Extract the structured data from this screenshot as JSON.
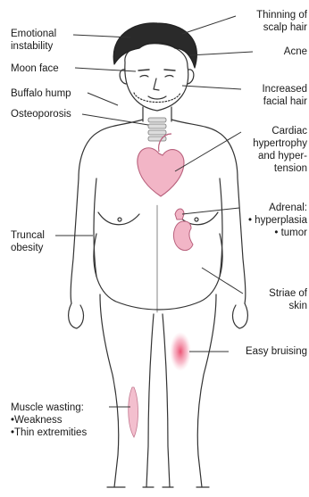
{
  "labels": {
    "emotional": [
      "Emotional",
      "instability"
    ],
    "moon_face": "Moon face",
    "buffalo_hump": "Buffalo hump",
    "osteoporosis": "Osteoporosis",
    "truncal": [
      "Truncal",
      "obesity"
    ],
    "muscle_wasting": [
      "Muscle wasting:",
      "•Weakness",
      "•Thin extremities"
    ],
    "thinning_hair": [
      "Thinning of",
      "scalp hair"
    ],
    "acne": "Acne",
    "facial_hair": [
      "Increased",
      "facial hair"
    ],
    "cardiac": [
      "Cardiac",
      "hypertrophy",
      "and hyper-",
      "tension"
    ],
    "adrenal": [
      "Adrenal:",
      "• hyperplasia",
      "• tumor"
    ],
    "striae": [
      "Striae of",
      "skin"
    ],
    "bruising": "Easy bruising"
  },
  "colors": {
    "organ": "#f2b5c6",
    "organ_stroke": "#b8607c",
    "bruise": "#e8345a",
    "line": "#333333"
  }
}
